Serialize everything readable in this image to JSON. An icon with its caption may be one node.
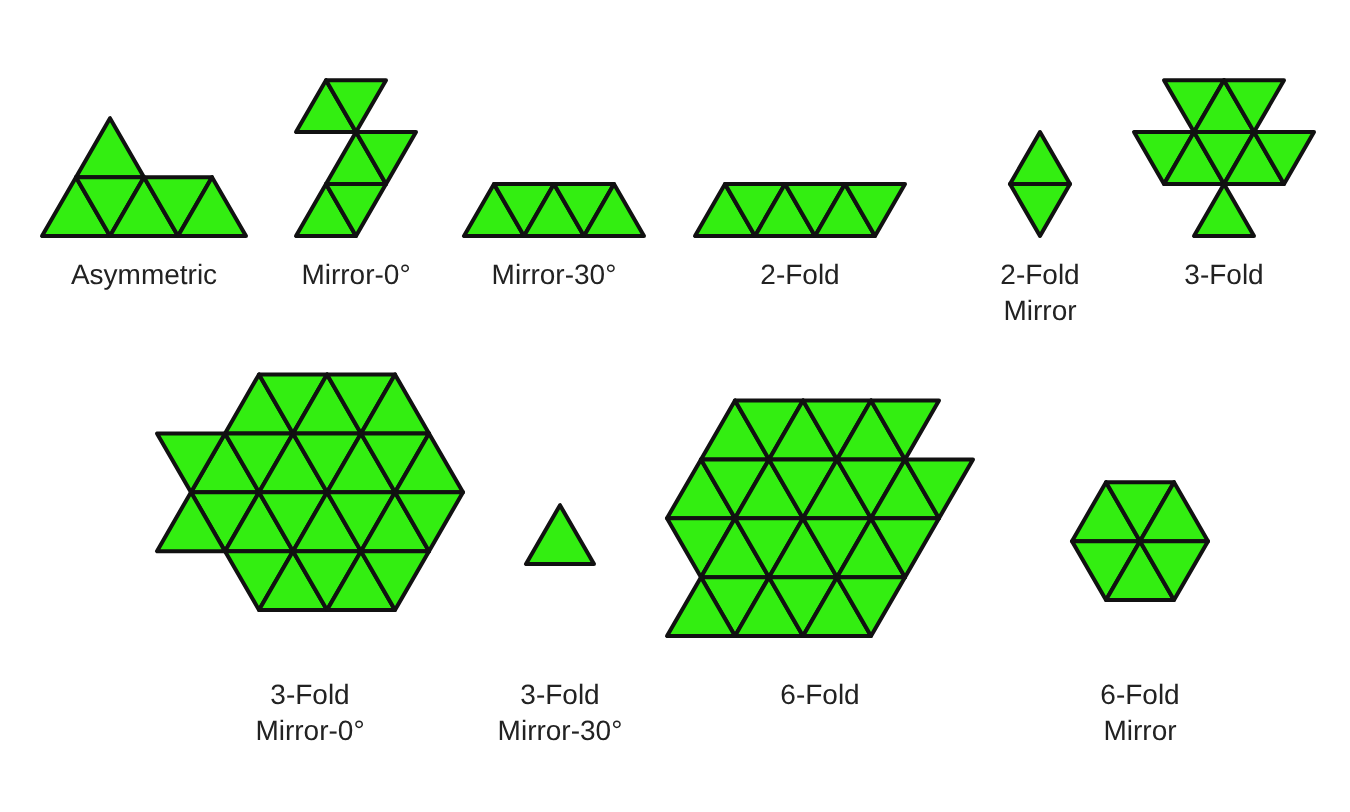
{
  "diagram": {
    "labels": [
      "Asymmetric",
      "Mirror-0°",
      "Mirror-30°",
      "2-Fold",
      "2-Fold Mirror",
      "3-Fold",
      "3-Fold Mirror-0°",
      "3-Fold Mirror-30°",
      "6-Fold",
      "6-Fold Mirror"
    ]
  }
}
